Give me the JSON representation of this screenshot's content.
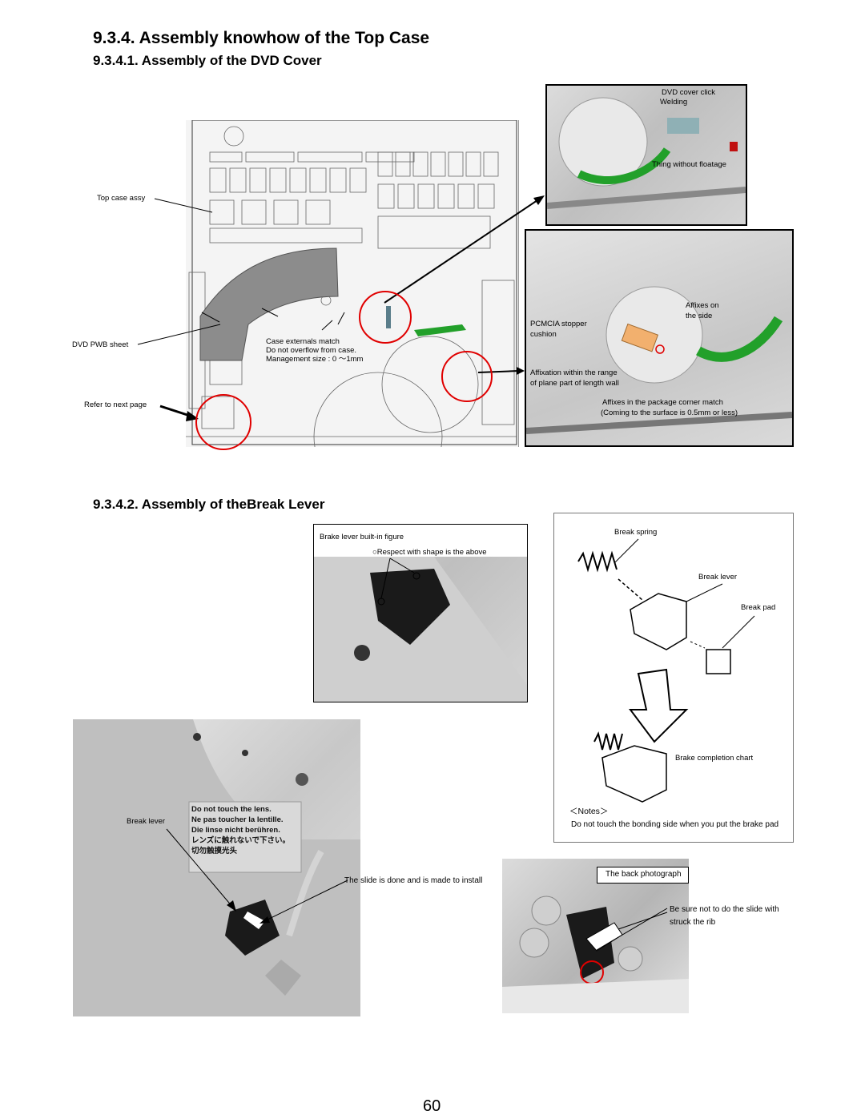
{
  "heading": "9.3.4. Assembly knowhow of the Top Case",
  "section1": {
    "title": "9.3.4.1. Assembly of the DVD Cover",
    "labels": {
      "top_case_assy": "Top case assy",
      "dvd_pwb_sheet": "DVD PWB sheet",
      "refer_next_page": "Refer to next page",
      "case_externals": "Case externals match",
      "no_overflow": "Do not overflow from case.",
      "management_size": "Management size : 0 ～1mm",
      "dvd_cover_click": "DVD cover click",
      "welding": "Welding",
      "thing_without_floatage": "Thing without floatage",
      "affixes_on": "Affixes on",
      "the_side": "the side",
      "pcmcia_stopper": "PCMCIA stopper",
      "cushion": "cushion",
      "affixation_range": "Affixation within the range",
      "plane_part": "of plane part of length wall",
      "affixes_corner": "Affixes in the package corner match",
      "coming_surface": "(Coming to the surface is 0.5mm or less)"
    }
  },
  "section2": {
    "title": "9.3.4.2. Assembly of theBreak Lever",
    "labels": {
      "brake_lever_builtin": "Brake lever built-in figure",
      "respect_shape": "○Respect with shape is the above",
      "break_spring": "Break spring",
      "break_lever_diagram": "Break lever",
      "break_pad": "Break pad",
      "brake_completion": "Brake completion chart",
      "notes_header": "＜Notes＞",
      "notes_text": "Do not touch the bonding side when you put the brake pad",
      "break_lever_photo": "Break lever",
      "slide_done": "The slide is done and is made to install",
      "back_photograph": "The back photograph",
      "be_sure": "Be sure not to do the slide with struck the rib",
      "lens_warning_1": "Do not touch the lens.",
      "lens_warning_2": "Ne pas toucher la lentille.",
      "lens_warning_3": "Die linse nicht berühren.",
      "lens_warning_4": "レンズに触れないで下さい。",
      "lens_warning_5": "切勿触摸光头"
    }
  },
  "page_number": "60",
  "colors": {
    "circle": "#e00000",
    "green": "#22a02a",
    "arrow": "#000000"
  }
}
